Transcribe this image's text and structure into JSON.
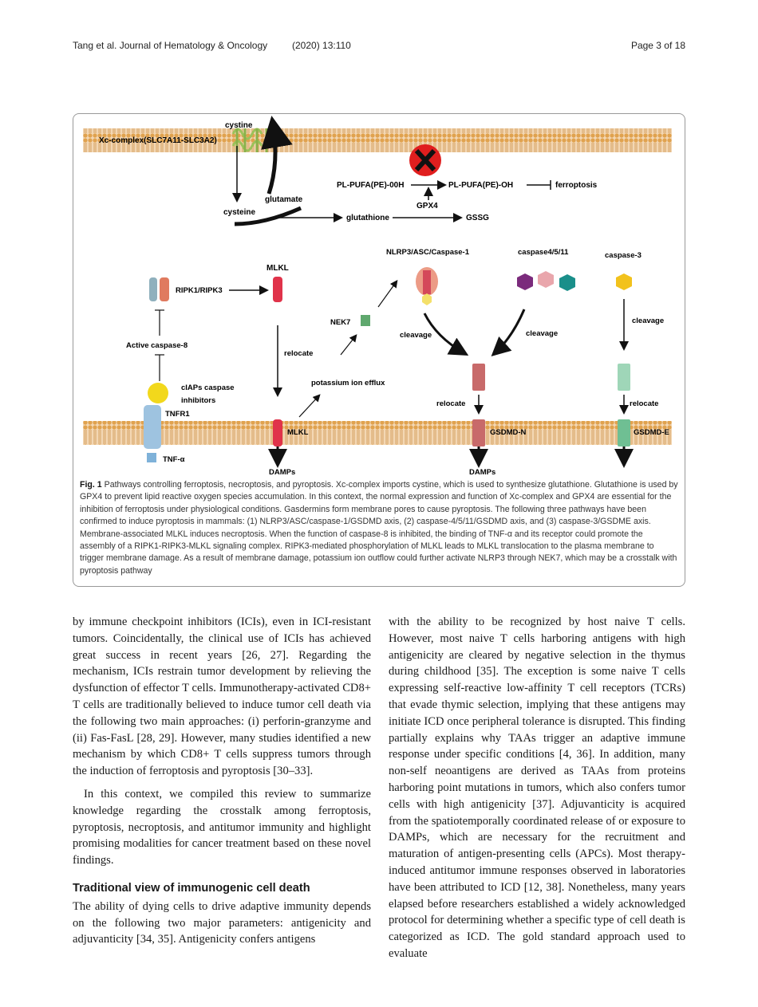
{
  "header": {
    "left": "Tang et al. Journal of Hematology & Oncology",
    "mid": "(2020) 13:110",
    "right": "Page 3 of 18"
  },
  "figure": {
    "labels": {
      "xc_complex": "Xc-complex(SLC7A11-SLC3A2)",
      "cystine": "cystine",
      "glutamate": "glutamate",
      "cysteine": "cysteine",
      "glutathione": "glutathione",
      "gssg": "GSSG",
      "gpx4": "GPX4",
      "pl_pufa_ooh": "PL-PUFA(PE)-00H",
      "pl_pufa_oh": "PL-PUFA(PE)-OH",
      "ferroptosis": "ferroptosis",
      "mlkl_top": "MLKL",
      "ripk": "RIPK1/RIPK3",
      "active_casp8": "Active caspase-8",
      "ciaps": "cIAPs caspase",
      "inhibitors": "inhibitors",
      "tnfr1": "TNFR1",
      "tnfa": "TNF-α",
      "relocate": "relocate",
      "nek7": "NEK7",
      "potassium": "potassium ion efflux",
      "nlrp3": "NLRP3/ASC/Caspase-1",
      "casp4511": "caspase4/5/11",
      "casp3": "caspase-3",
      "cleavage": "cleavage",
      "mlkl_membrane": "MLKL",
      "gsdmd_n": "GSDMD-N",
      "gsdmd_e": "GSDMD-E",
      "damps": "DAMPs"
    }
  },
  "caption": {
    "label": "Fig. 1",
    "text": "Pathways controlling ferroptosis, necroptosis, and pyroptosis. Xc-complex imports cystine, which is used to synthesize glutathione. Glutathione is used by GPX4 to prevent lipid reactive oxygen species accumulation. In this context, the normal expression and function of Xc-complex and GPX4 are essential for the inhibition of ferroptosis under physiological conditions. Gasdermins form membrane pores to cause pyroptosis. The following three pathways have been confirmed to induce pyroptosis in mammals: (1) NLRP3/ASC/caspase-1/GSDMD axis, (2) caspase-4/5/11/GSDMD axis, and (3) caspase-3/GSDME axis. Membrane-associated MLKL induces necroptosis. When the function of caspase-8 is inhibited, the binding of TNF-α and its receptor could promote the assembly of a RIPK1-RIPK3-MLKL signaling complex. RIPK3-mediated phosphorylation of MLKL leads to MLKL translocation to the plasma membrane to trigger membrane damage. As a result of membrane damage, potassium ion outflow could further activate NLRP3 through NEK7, which may be a crosstalk with pyroptosis pathway"
  },
  "body": {
    "col1_p1": "by immune checkpoint inhibitors (ICIs), even in ICI-resistant tumors. Coincidentally, the clinical use of ICIs has achieved great success in recent years [26, 27]. Regarding the mechanism, ICIs restrain tumor development by relieving the dysfunction of effector T cells. Immunotherapy-activated CD8+ T cells are traditionally believed to induce tumor cell death via the following two main approaches: (i) perforin-granzyme and (ii) Fas-FasL [28, 29]. However, many studies identified a new mechanism by which CD8+ T cells suppress tumors through the induction of ferroptosis and pyroptosis [30–33].",
    "col1_p2": "In this context, we compiled this review to summarize knowledge regarding the crosstalk among ferroptosis, pyroptosis, necroptosis, and antitumor immunity and highlight promising modalities for cancer treatment based on these novel findings.",
    "section_title": "Traditional view of immunogenic cell death",
    "col1_p3": "The ability of dying cells to drive adaptive immunity depends on the following two major parameters: antigenicity and adjuvanticity [34, 35]. Antigenicity confers antigens",
    "col2_p1": "with the ability to be recognized by host naive T cells. However, most naive T cells harboring antigens with high antigenicity are cleared by negative selection in the thymus during childhood [35]. The exception is some naive T cells expressing self-reactive low-affinity T cell receptors (TCRs) that evade thymic selection, implying that these antigens may initiate ICD once peripheral tolerance is disrupted. This finding partially explains why TAAs trigger an adaptive immune response under specific conditions [4, 36]. In addition, many non-self neoantigens are derived as TAAs from proteins harboring point mutations in tumors, which also confers tumor cells with high antigenicity [37]. Adjuvanticity is acquired from the spatiotemporally coordinated release of or exposure to DAMPs, which are necessary for the recruitment and maturation of antigen-presenting cells (APCs). Most therapy-induced antitumor immune responses observed in laboratories have been attributed to ICD [12, 38]. Nonetheless, many years elapsed before researchers established a widely acknowledged protocol for determining whether a specific type of cell death is categorized as ICD. The gold standard approach used to evaluate"
  }
}
